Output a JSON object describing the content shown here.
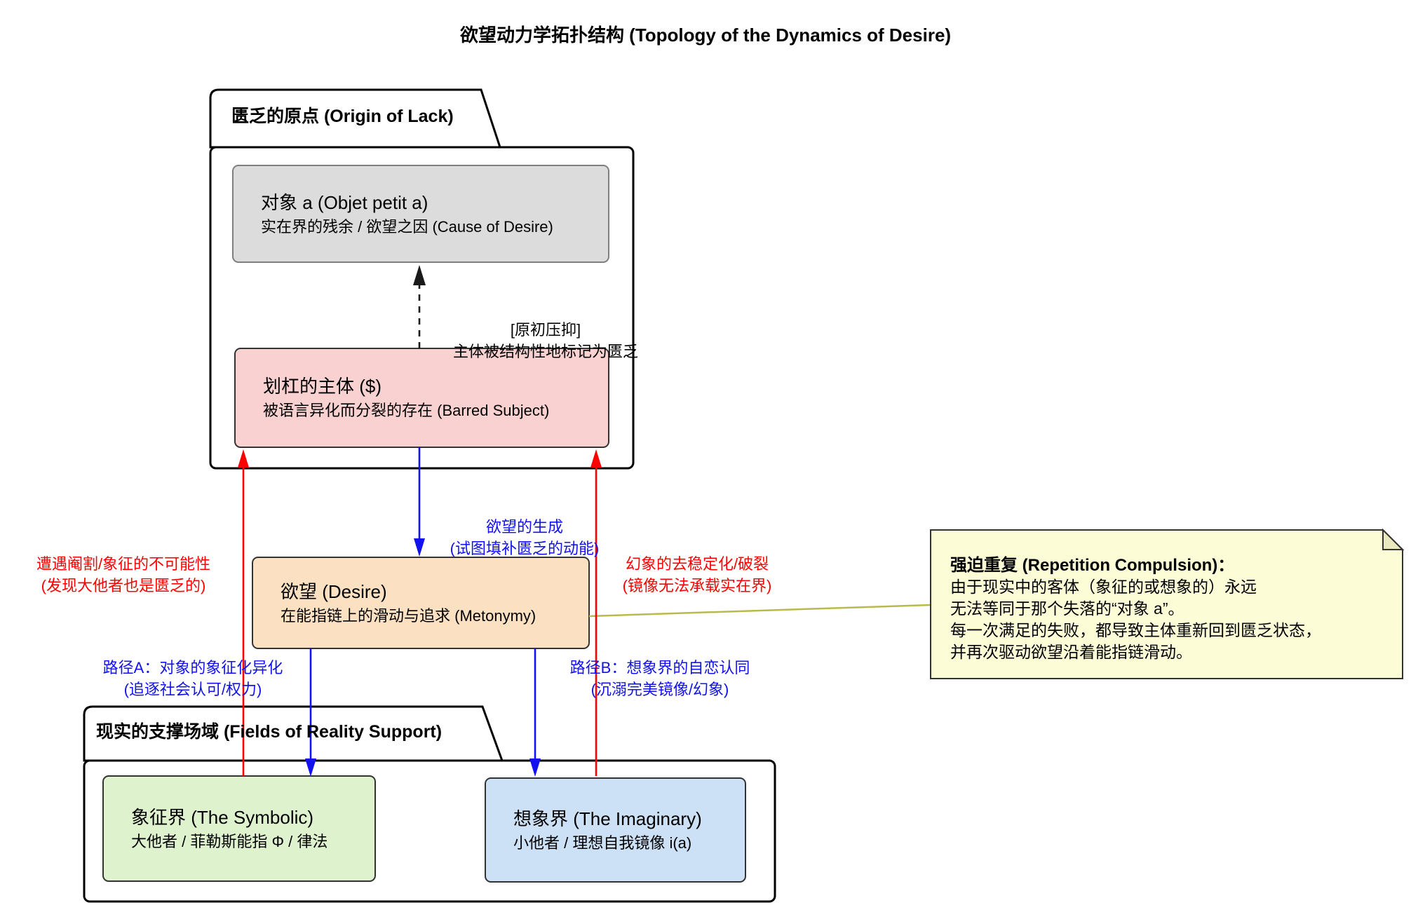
{
  "title": "欲望动力学拓扑结构 (Topology of the Dynamics of Desire)",
  "packages": {
    "origin": {
      "title": "匮乏的原点 (Origin of Lack)"
    },
    "reality": {
      "title": "现实的支撑场域 (Fields of Reality Support)"
    }
  },
  "nodes": {
    "objet_a": {
      "line1": "对象 a (Objet petit a)",
      "line2": "实在界的残余 / 欲望之因 (Cause of Desire)"
    },
    "barred_subject": {
      "line1": "划杠的主体 ($)",
      "line2": "被语言异化而分裂的存在 (Barred Subject)"
    },
    "desire": {
      "line1": "欲望 (Desire)",
      "line2": "在能指链上的滑动与追求 (Metonymy)"
    },
    "symbolic": {
      "line1": "象征界 (The Symbolic)",
      "line2": "大他者 / 菲勒斯能指 Φ / 律法"
    },
    "imaginary": {
      "line1": "想象界 (The Imaginary)",
      "line2": "小他者 / 理想自我镜像 i(a)"
    }
  },
  "edges": {
    "repression": {
      "line1": "[原初压抑]",
      "line2": "主体被结构性地标记为匮乏"
    },
    "genesis": {
      "line1": "欲望的生成",
      "line2": "(试图填补匮乏的动能)"
    },
    "castration": {
      "line1": "遭遇阉割/象征的不可能性",
      "line2": "(发现大他者也是匮乏的)"
    },
    "fantasy_break": {
      "line1": "幻象的去稳定化/破裂",
      "line2": "(镜像无法承载实在界)"
    },
    "path_a": {
      "line1": "路径A：对象的象征化异化",
      "line2": "(追逐社会认可/权力)"
    },
    "path_b": {
      "line1": "路径B：想象界的自恋认同",
      "line2": "(沉溺完美镜像/幻象)"
    }
  },
  "note": {
    "title": "强迫重复 (Repetition Compulsion)：",
    "lines": [
      "由于现实中的客体（象征的或想象的）永远",
      "无法等同于那个失落的“对象 a”。",
      "每一次满足的失败，都导致主体重新回到匮乏状态，",
      "并再次驱动欲望沿着能指链滑动。"
    ]
  },
  "colors": {
    "red": "#fe0000",
    "blue": "#1212ee",
    "gray_fill": "#dcdcdc",
    "pink_fill": "#f9d1d1",
    "orange_fill": "#fbe0c2",
    "green_fill": "#def2cd",
    "lightblue_fill": "#cce1f6",
    "note_fill": "#fcfcd7",
    "note_fold": "#e9e9bd",
    "note_line": "#b9b94e"
  }
}
